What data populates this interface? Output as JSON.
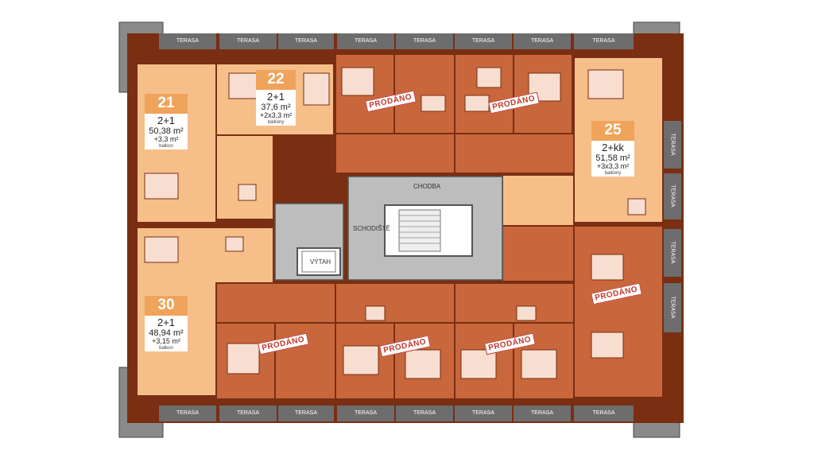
{
  "terrace_label": "TERASA",
  "corridor_label": "CHODBA",
  "stairs_label": "SCHODIŠTĚ",
  "elevator_label": "VÝTAH",
  "sold_label": "PRODÁNO",
  "colors": {
    "sold_unit": "#c8673c",
    "available_unit": "#f6bf8a",
    "wall": "#7a2e12",
    "terrace": "#6d6d6d",
    "core": "#bdbdbd",
    "accent": "#f0a35a",
    "sold_text": "#c0392b"
  },
  "apartments": [
    {
      "number": "21",
      "type": "2+1",
      "area": "50,38 m²",
      "balcony": "+3,3 m²",
      "balcony_label": "balkon"
    },
    {
      "number": "22",
      "type": "2+1",
      "area": "37,6 m²",
      "balcony": "+2x3,3 m²",
      "balcony_label": "balkony"
    },
    {
      "number": "25",
      "type": "2+kk",
      "area": "51,58 m²",
      "balcony": "+3x3,3 m²",
      "balcony_label": "balkony"
    },
    {
      "number": "30",
      "type": "2+1",
      "area": "48,94 m²",
      "balcony": "+3,15 m²",
      "balcony_label": "balkon"
    }
  ]
}
